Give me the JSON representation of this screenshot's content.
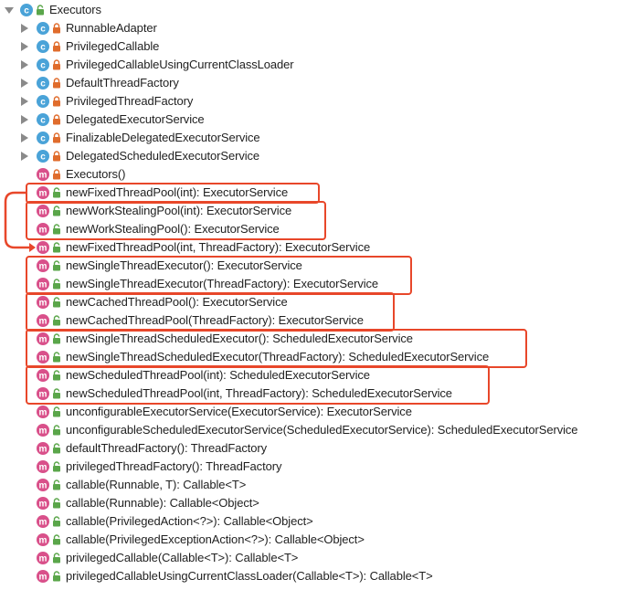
{
  "root": {
    "label": "Executors",
    "icon": "class-icon",
    "expanded": true
  },
  "classes": [
    {
      "label": "RunnableAdapter",
      "visibility": "private"
    },
    {
      "label": "PrivilegedCallable",
      "visibility": "private"
    },
    {
      "label": "PrivilegedCallableUsingCurrentClassLoader",
      "visibility": "private"
    },
    {
      "label": "DefaultThreadFactory",
      "visibility": "private"
    },
    {
      "label": "PrivilegedThreadFactory",
      "visibility": "private"
    },
    {
      "label": "DelegatedExecutorService",
      "visibility": "private"
    },
    {
      "label": "FinalizableDelegatedExecutorService",
      "visibility": "private"
    },
    {
      "label": "DelegatedScheduledExecutorService",
      "visibility": "private"
    }
  ],
  "methods": [
    {
      "label": "Executors()",
      "visibility": "private"
    },
    {
      "label": "newFixedThreadPool(int): ExecutorService",
      "visibility": "public"
    },
    {
      "label": "newWorkStealingPool(int): ExecutorService",
      "visibility": "public"
    },
    {
      "label": "newWorkStealingPool(): ExecutorService",
      "visibility": "public"
    },
    {
      "label": "newFixedThreadPool(int, ThreadFactory): ExecutorService",
      "visibility": "public"
    },
    {
      "label": "newSingleThreadExecutor(): ExecutorService",
      "visibility": "public"
    },
    {
      "label": "newSingleThreadExecutor(ThreadFactory): ExecutorService",
      "visibility": "public"
    },
    {
      "label": "newCachedThreadPool(): ExecutorService",
      "visibility": "public"
    },
    {
      "label": "newCachedThreadPool(ThreadFactory): ExecutorService",
      "visibility": "public"
    },
    {
      "label": "newSingleThreadScheduledExecutor(): ScheduledExecutorService",
      "visibility": "public"
    },
    {
      "label": "newSingleThreadScheduledExecutor(ThreadFactory): ScheduledExecutorService",
      "visibility": "public"
    },
    {
      "label": "newScheduledThreadPool(int): ScheduledExecutorService",
      "visibility": "public"
    },
    {
      "label": "newScheduledThreadPool(int, ThreadFactory): ScheduledExecutorService",
      "visibility": "public"
    },
    {
      "label": "unconfigurableExecutorService(ExecutorService): ExecutorService",
      "visibility": "public"
    },
    {
      "label": "unconfigurableScheduledExecutorService(ScheduledExecutorService): ScheduledExecutorService",
      "visibility": "public"
    },
    {
      "label": "defaultThreadFactory(): ThreadFactory",
      "visibility": "public"
    },
    {
      "label": "privilegedThreadFactory(): ThreadFactory",
      "visibility": "public"
    },
    {
      "label": "callable(Runnable, T): Callable<T>",
      "visibility": "public"
    },
    {
      "label": "callable(Runnable): Callable<Object>",
      "visibility": "public"
    },
    {
      "label": "callable(PrivilegedAction<?>): Callable<Object>",
      "visibility": "public"
    },
    {
      "label": "callable(PrivilegedExceptionAction<?>): Callable<Object>",
      "visibility": "public"
    },
    {
      "label": "privilegedCallable(Callable<T>): Callable<T>",
      "visibility": "public"
    },
    {
      "label": "privilegedCallableUsingCurrentClassLoader(Callable<T>): Callable<T>",
      "visibility": "public"
    }
  ],
  "colors": {
    "highlight": "#e8472a",
    "class_icon": "#4aa3d8",
    "method_icon": "#d9508a",
    "public_lock": "#5aa64a",
    "private_lock": "#e06c2c",
    "arrow": "#8a8a8a"
  }
}
